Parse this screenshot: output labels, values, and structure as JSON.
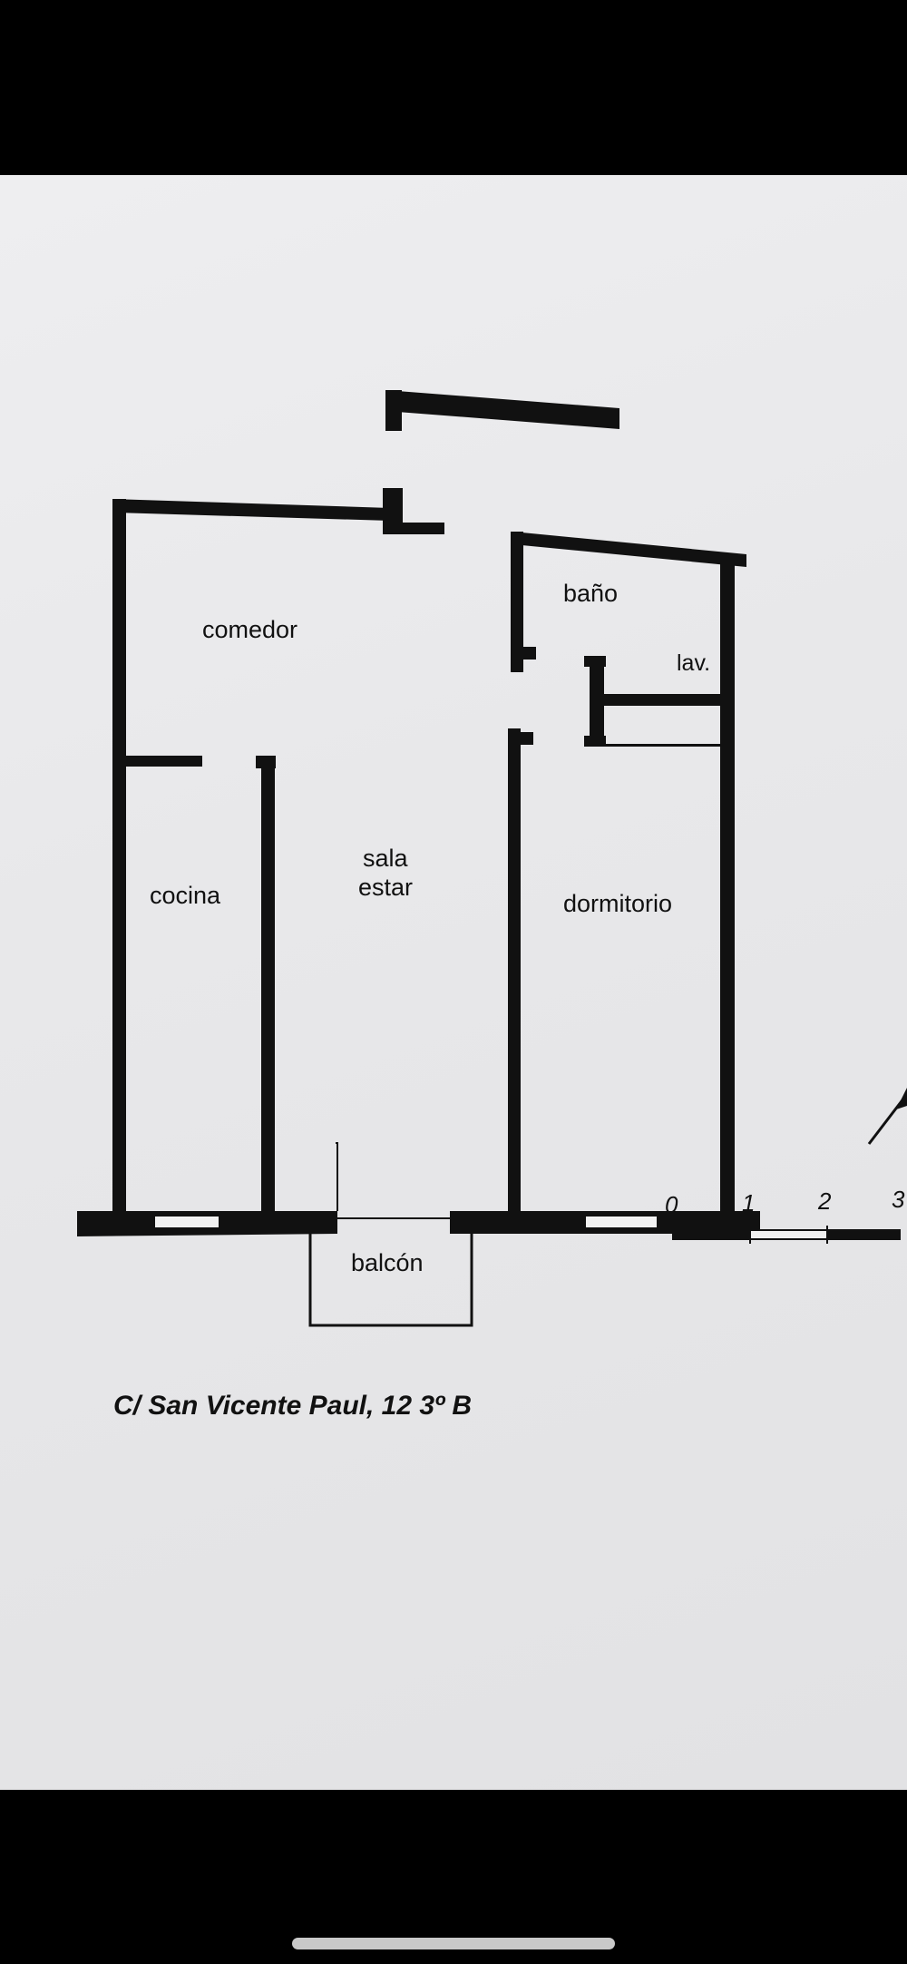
{
  "plan": {
    "rooms": {
      "comedor": "comedor",
      "bano": "baño",
      "lav": "lav.",
      "sala": "sala",
      "estar": "estar",
      "cocina": "cocina",
      "dormitorio": "dormitorio",
      "balcon": "balcón"
    },
    "address": "C/ San Vicente Paul, 12 3º B",
    "scale": {
      "ticks": [
        "0",
        "1",
        "2",
        "3"
      ]
    }
  },
  "colors": {
    "background": "#000000",
    "paper": "#e8e8ea",
    "ink": "#111111"
  }
}
